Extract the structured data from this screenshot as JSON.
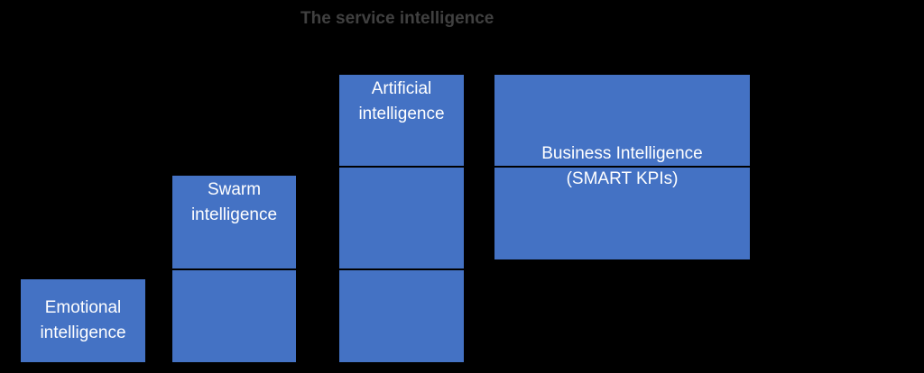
{
  "title": "The service intelligence",
  "colors": {
    "background": "#000000",
    "block_fill": "#4472C4",
    "label_text": "#FFFFFF",
    "title_text": "#404040"
  },
  "blocks": [
    {
      "line1": "Emotional",
      "line2": "intelligence"
    },
    {
      "line1": "Swarm",
      "line2": "intelligence"
    },
    {
      "line1": "Artificial",
      "line2": "intelligence"
    },
    {
      "line1": "Business Intelligence",
      "line2": "(SMART KPIs)"
    }
  ]
}
